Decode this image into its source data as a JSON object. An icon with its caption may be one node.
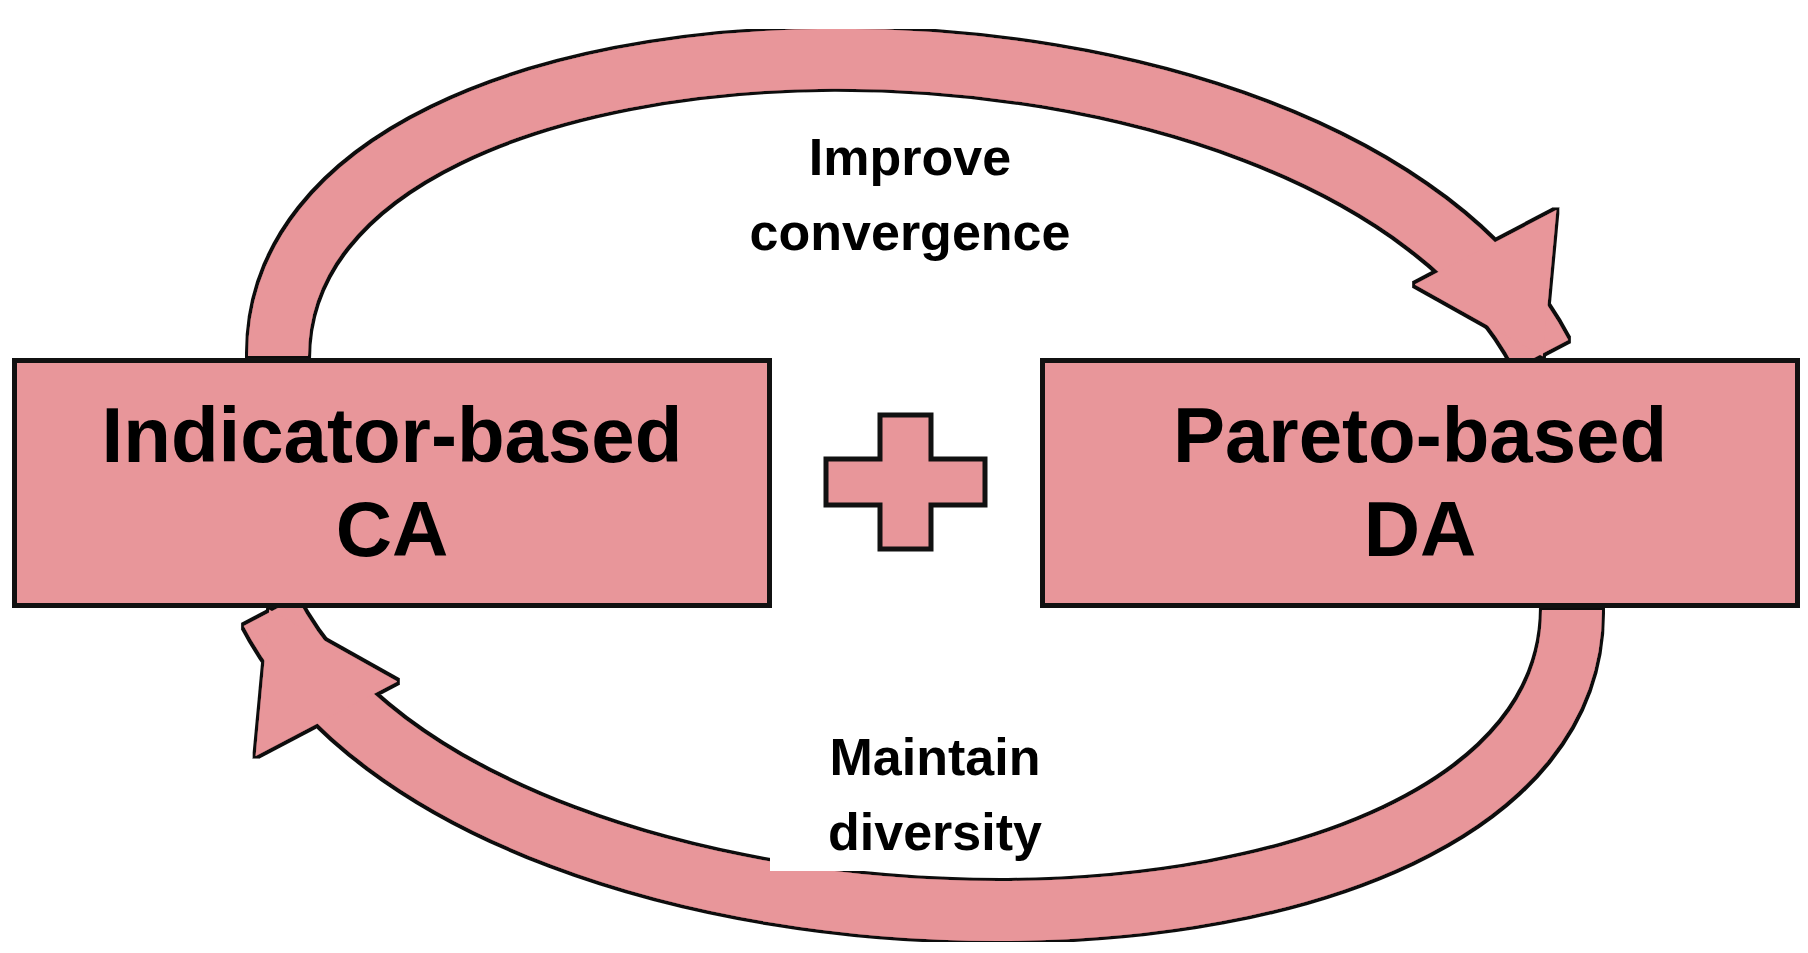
{
  "diagram": {
    "nodes": [
      {
        "text": [
          "Indicator-based CA"
        ]
      },
      {
        "text": [
          "Pareto-based DA"
        ]
      },
      {
        "text": [],
        "shape": "plus"
      }
    ],
    "edges": [
      {
        "from": 0,
        "to": 1,
        "arrow": "to",
        "label": "Improve convergence"
      },
      {
        "from": 1,
        "to": 0,
        "arrow": "to",
        "label": "Maintain diversity"
      }
    ]
  }
}
